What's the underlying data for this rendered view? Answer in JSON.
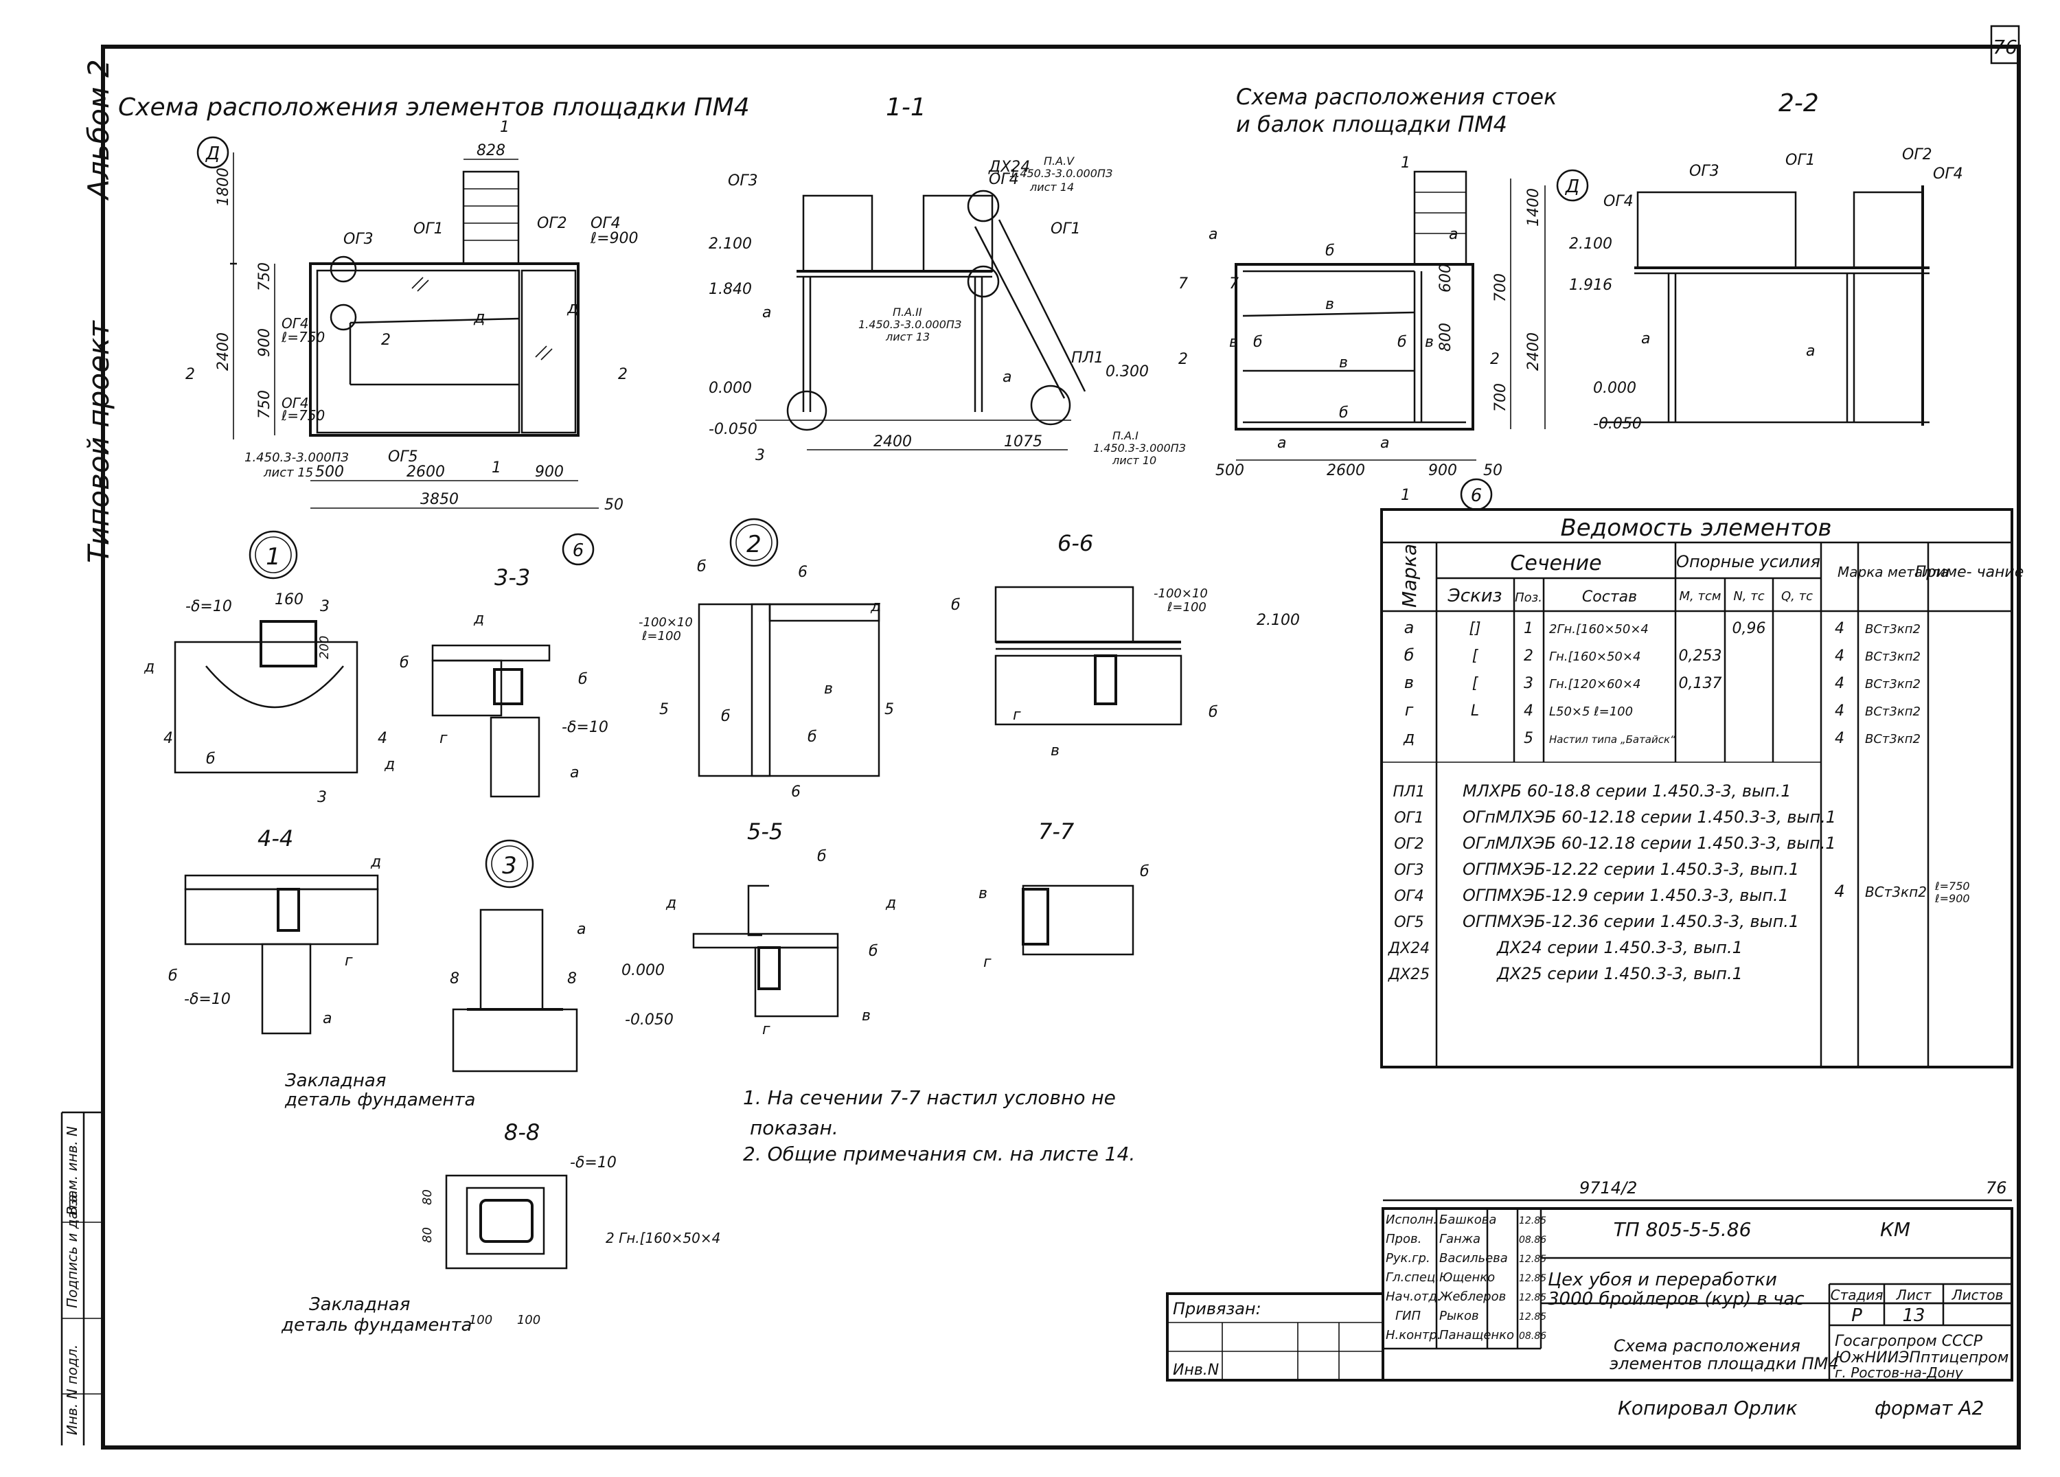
{
  "sheet": {
    "top_sheet_number": "76",
    "side_labels": {
      "album": "Альбом 2",
      "project": "Типовой проект"
    },
    "left_stamp_cells": [
      "Инв. N подл.",
      "Подпись и дата",
      "Взам. инв. N"
    ]
  },
  "views": {
    "layout_pm4": {
      "title": "Схема расположения элементов площадки ПМ4",
      "axis_d": "Д",
      "axis_6": "6",
      "dims": [
        "828",
        "1800",
        "750",
        "900",
        "750",
        "2400",
        "2600",
        "900",
        "500",
        "3850",
        "50"
      ],
      "labels": [
        "ОГ3",
        "ОГ1",
        "ОГ2",
        "ОГ4",
        "ℓ=900",
        "ОГ4",
        "ℓ=750",
        "ОГ4",
        "ℓ=750",
        "ОГ5",
        "д",
        "д",
        "2",
        "1",
        "1",
        "2",
        "2",
        "1.450.3-3.000ПЗ",
        "лист 15"
      ]
    },
    "section_1_1": {
      "title": "1-1",
      "dims": [
        "2400",
        "1075"
      ],
      "levels": [
        "2.100",
        "1.840",
        "0.000",
        "-0.050",
        "0.300"
      ],
      "labels": [
        "ОГ3",
        "ОГ4",
        "ДХ24",
        "ОГ1",
        "а",
        "а",
        "ПЛ1",
        "3",
        "П.А.V",
        "1.450.3-3.0.000ПЗ",
        "лист 14",
        "П.А.II",
        "1.450.3-3.0.000ПЗ",
        "лист 13",
        "П.А.I",
        "1.450.3-3.000ПЗ",
        "лист 10"
      ]
    },
    "posts_beams": {
      "title_line1": "Схема расположения стоек",
      "title_line2": "и балок площадки ПМ4",
      "axis_d": "Д",
      "axis_6": "6",
      "dims": [
        "1400",
        "600",
        "700",
        "800",
        "2400",
        "700",
        "500",
        "2600",
        "900",
        "50"
      ],
      "labels": [
        "а",
        "а",
        "б",
        "в",
        "б",
        "в",
        "в",
        "б",
        "в",
        "б",
        "а",
        "а",
        "7",
        "7",
        "2",
        "2",
        "1",
        "1"
      ]
    },
    "section_2_2": {
      "title": "2-2",
      "levels": [
        "2.100",
        "1.916",
        "0.000",
        "-0.050"
      ],
      "labels": [
        "ОГ3",
        "ОГ1",
        "ОГ2",
        "ОГ4",
        "ОГ4",
        "а",
        "а"
      ]
    },
    "node_1": {
      "title": "1",
      "labels": [
        "-δ=10",
        "160",
        "3",
        "200",
        "д",
        "4",
        "4",
        "б",
        "д",
        "3"
      ]
    },
    "section_3_3": {
      "title": "3-3",
      "labels": [
        "д",
        "б",
        "б",
        "г",
        "-δ=10",
        "а"
      ]
    },
    "node_2": {
      "title": "2",
      "labels": [
        "б",
        "6",
        "-100×10",
        "ℓ=100",
        "д",
        "в",
        "5",
        "5",
        "б",
        "б",
        "6"
      ]
    },
    "section_6_6": {
      "title": "6-6",
      "labels": [
        "б",
        "-100×10",
        "ℓ=100",
        "2.100",
        "г",
        "в",
        "б"
      ]
    },
    "section_4_4": {
      "title": "4-4",
      "labels": [
        "д",
        "б",
        "-δ=10",
        "г",
        "а"
      ]
    },
    "node_3": {
      "title": "3",
      "labels": [
        "а",
        "8",
        "8",
        "0.000",
        "-0.050"
      ]
    },
    "embedded_1": {
      "line1": "Закладная",
      "line2": "деталь фундамента"
    },
    "section_5_5": {
      "title": "5-5",
      "labels": [
        "б",
        "д",
        "д",
        "б",
        "г",
        "в"
      ]
    },
    "section_7_7": {
      "title": "7-7",
      "labels": [
        "в",
        "б",
        "г"
      ]
    },
    "section_8_8": {
      "title": "8-8",
      "labels": [
        "-δ=10",
        "80",
        "80",
        "2 Гн.[160×50×4",
        "100",
        "100"
      ]
    },
    "embedded_2": {
      "line1": "Закладная",
      "line2": "деталь фундамента"
    }
  },
  "spec": {
    "title": "Ведомость элементов",
    "col_mark": "Марка",
    "col_section": "Сечение",
    "col_sketch": "Эскиз",
    "col_pos": "Поз.",
    "col_comp": "Состав",
    "col_forces": "Опорные усилия",
    "col_m": "М, тсм",
    "col_n": "N, тс",
    "col_q": "Q, тс",
    "col_metal": "Марка металла",
    "col_note": "Приме- чание",
    "rows": [
      {
        "mark": "а",
        "sketch": "[]",
        "pos": "1",
        "comp": "2Гн.[160×50×4",
        "m": "",
        "n": "0,96",
        "q": "",
        "k": "4",
        "metal": "ВСт3кп2",
        "note": ""
      },
      {
        "mark": "б",
        "sketch": "[",
        "pos": "2",
        "comp": "Гн.[160×50×4",
        "m": "0,253",
        "n": "",
        "q": "",
        "k": "4",
        "metal": "ВСт3кп2",
        "note": ""
      },
      {
        "mark": "в",
        "sketch": "[",
        "pos": "3",
        "comp": "Гн.[120×60×4",
        "m": "0,137",
        "n": "",
        "q": "",
        "k": "4",
        "metal": "ВСт3кп2",
        "note": ""
      },
      {
        "mark": "г",
        "sketch": "L",
        "pos": "4",
        "comp": "L50×5 ℓ=100",
        "m": "",
        "n": "",
        "q": "",
        "k": "4",
        "metal": "ВСт3кп2",
        "note": ""
      },
      {
        "mark": "д",
        "sketch": "",
        "pos": "5",
        "comp": "Настил типа „Батайск“",
        "m": "",
        "n": "",
        "q": "",
        "k": "4",
        "metal": "ВСт3кп2",
        "note": ""
      }
    ],
    "series_rows": [
      {
        "mark": "ПЛ1",
        "text": "МЛХРБ 60-18.8 серии 1.450.3-3, вып.1"
      },
      {
        "mark": "ОГ1",
        "text": "ОГпМЛХЭБ 60-12.18 серии 1.450.3-3, вып.1"
      },
      {
        "mark": "ОГ2",
        "text": "ОГлМЛХЭБ 60-12.18 серии 1.450.3-3, вып.1"
      },
      {
        "mark": "ОГ3",
        "text": "ОГПМХЭБ-12.22 серии 1.450.3-3, вып.1"
      },
      {
        "mark": "ОГ4",
        "text": "ОГПМХЭБ-12.9 серии 1.450.3-3, вып.1"
      },
      {
        "mark": "ОГ5",
        "text": "ОГПМХЭБ-12.36 серии 1.450.3-3, вып.1"
      },
      {
        "mark": "ДХ24",
        "text": "ДХ24 серии 1.450.3-3, вып.1"
      },
      {
        "mark": "ДХ25",
        "text": "ДХ25 серии 1.450.3-3, вып.1"
      }
    ],
    "og_k": "4",
    "og_metal": "ВСт3кп2",
    "og_note1": "ℓ=750",
    "og_note2": "ℓ=900"
  },
  "notes": [
    "1. На сечении 7-7 настил условно не",
    "показан.",
    "2. Общие примечания см. на листе 14."
  ],
  "title_block": {
    "album_no": "9714/2",
    "sheet_no_top": "76",
    "code": "ТП 805-5-5.86",
    "mark": "КМ",
    "people": [
      {
        "role": "Исполн.",
        "name": "Башкова",
        "date": "12.85"
      },
      {
        "role": "Пров.",
        "name": "Ганжа",
        "date": "08.86"
      },
      {
        "role": "Рук.гр.",
        "name": "Васильева",
        "date": "12.85"
      },
      {
        "role": "Гл.спец.",
        "name": "Ющенко",
        "date": "12.85"
      },
      {
        "role": "Нач.отд.",
        "name": "Жеблеров",
        "date": "12.85"
      },
      {
        "role": "ГИП",
        "name": "Рыков",
        "date": "12.85"
      },
      {
        "role": "Н.контр.",
        "name": "Панащенко",
        "date": "08.86"
      }
    ],
    "bound": "Привязан:",
    "inv": "Инв.N",
    "object_line1": "Цех убоя и переработки",
    "object_line2": "3000 бройлеров (кур) в час",
    "stage_label": "Стадия",
    "sheet_label": "Лист",
    "sheets_label": "Листов",
    "stage": "Р",
    "sheet": "13",
    "sheets": "",
    "drawing_line1": "Схема расположения",
    "drawing_line2": "элементов площадки ПМ4",
    "org_line1": "Госагропром СССР",
    "org_line2": "ЮжНИИЭПптицепром",
    "org_line3": "г. Ростов-на-Дону",
    "copied": "Копировал Орлик",
    "format": "формат А2"
  }
}
